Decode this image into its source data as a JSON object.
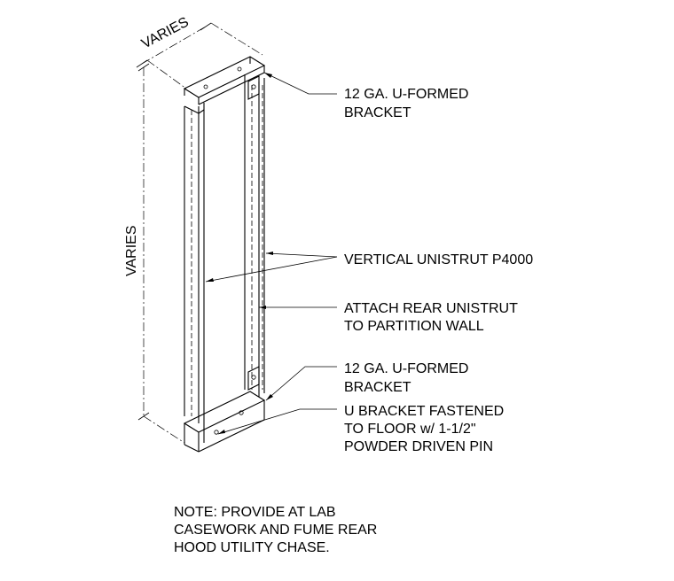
{
  "dimensions": {
    "width_label": "VARIES",
    "height_label": "VARIES"
  },
  "callouts": [
    {
      "lines": [
        "12 GA. U-FORMED",
        "BRACKET"
      ]
    },
    {
      "lines": [
        "VERTICAL UNISTRUT P4000"
      ]
    },
    {
      "lines": [
        "ATTACH REAR UNISTRUT",
        "TO PARTITION WALL"
      ]
    },
    {
      "lines": [
        "12 GA. U-FORMED",
        "BRACKET"
      ]
    },
    {
      "lines": [
        "U BRACKET FASTENED",
        "TO FLOOR w/ 1-1/2\"",
        "POWDER DRIVEN PIN"
      ]
    }
  ],
  "note": {
    "lines": [
      "NOTE:  PROVIDE AT LAB",
      "CASEWORK AND FUME REAR",
      "HOOD UTILITY CHASE."
    ]
  }
}
